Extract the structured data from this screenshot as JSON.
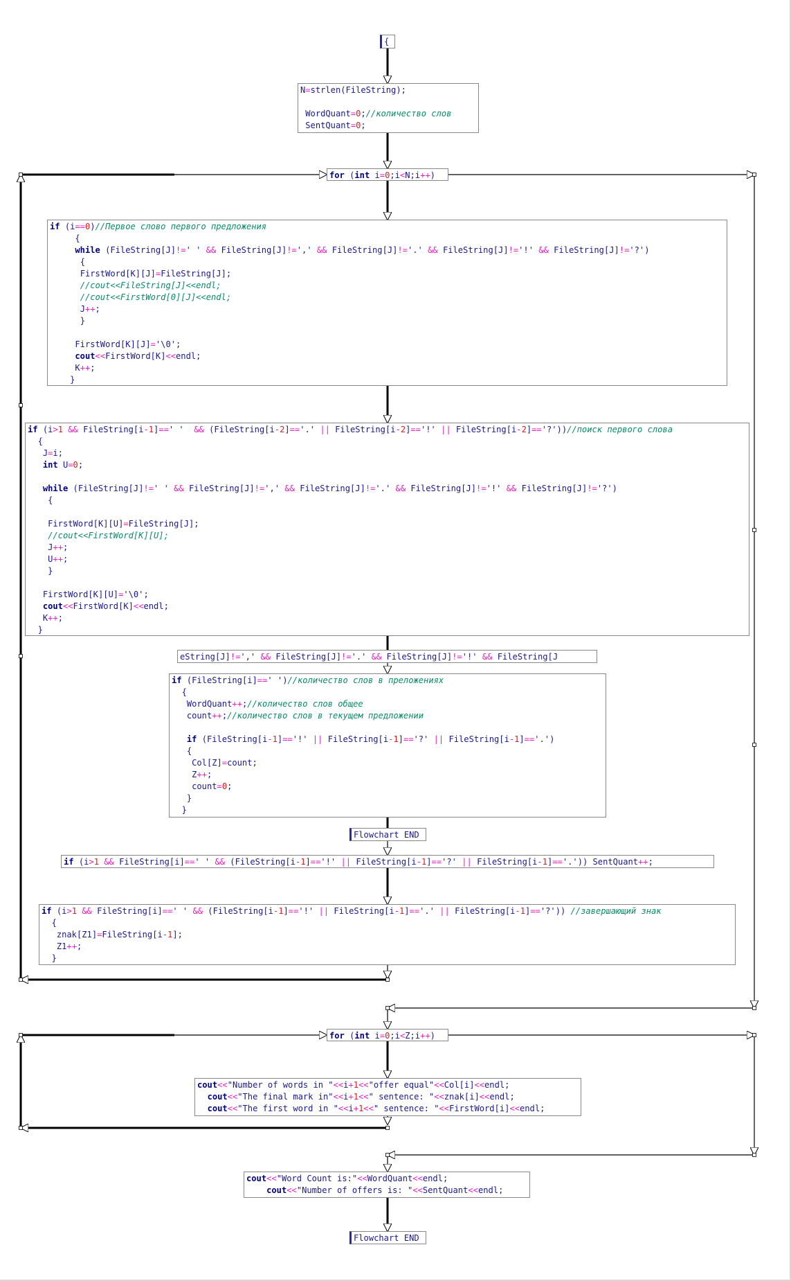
{
  "blocks": [
    {
      "id": "start",
      "kind": "terminal",
      "lines": [
        "{"
      ]
    },
    {
      "id": "init",
      "kind": "process",
      "lines": [
        "N=strlen(FileString);",
        "",
        " WordQuant=0;//количество слов",
        " SentQuant=0;"
      ]
    },
    {
      "id": "for1",
      "kind": "loop",
      "lines": [
        "for (int i=0;i<N;i++)"
      ]
    },
    {
      "id": "if1",
      "kind": "process",
      "lines": [
        "if (i==0)//Первое слово первого предложения",
        "     {",
        "     while (FileString[J]!=' ' && FileString[J]!=',' && FileString[J]!='.' && FileString[J]!='!' && FileString[J]!='?')",
        "      {",
        "      FirstWord[K][J]=FileString[J];",
        "      //cout<<FileString[J]<<endl;",
        "      //cout<<FirstWord[0][J]<<endl;",
        "      J++;",
        "      }",
        "",
        "     FirstWord[K][J]='\\0';",
        "     cout<<FirstWord[K]<<endl;",
        "     K++;",
        "    }"
      ]
    },
    {
      "id": "if2",
      "kind": "process",
      "lines": [
        "if (i>1 && FileString[i-1]==' '  && (FileString[i-2]=='.' || FileString[i-2]=='!' || FileString[i-2]=='?'))//поиск первого слова",
        "  {",
        "   J=i;",
        "   int U=0;",
        "",
        "   while (FileString[J]!=' ' && FileString[J]!=',' && FileString[J]!='.' && FileString[J]!='!' && FileString[J]!='?')",
        "    {",
        "",
        "    FirstWord[K][U]=FileString[J];",
        "    //cout<<FirstWord[K][U];",
        "    J++;",
        "    U++;",
        "    }",
        "",
        "   FirstWord[K][U]='\\0';",
        "   cout<<FirstWord[K]<<endl;",
        "   K++;",
        "  }"
      ]
    },
    {
      "id": "cond",
      "kind": "process",
      "lines": [
        "eString[J]!=',' && FileString[J]!='.' && FileString[J]!='!' && FileString[J"
      ]
    },
    {
      "id": "if3",
      "kind": "process",
      "lines": [
        "if (FileString[i]==' ')//количество слов в преложениях",
        "  {",
        "   WordQuant++;//количество слов общее",
        "   count++;//количество слов в текущем предложении",
        "",
        "   if (FileString[i-1]=='!' || FileString[i-1]=='?' || FileString[i-1]=='.')",
        "   {",
        "    Col[Z]=count;",
        "    Z++;",
        "    count=0;",
        "   }",
        "  }"
      ]
    },
    {
      "id": "end1",
      "kind": "terminal",
      "lines": [
        "Flowchart END"
      ]
    },
    {
      "id": "if4",
      "kind": "process",
      "lines": [
        "if (i>1 && FileString[i]==' ' && (FileString[i-1]=='!' || FileString[i-1]=='?' || FileString[i-1]=='.')) SentQuant++;"
      ]
    },
    {
      "id": "if5",
      "kind": "process",
      "lines": [
        "if (i>1 && FileString[i]==' ' && (FileString[i-1]=='!' || FileString[i-1]=='.' || FileString[i-1]=='?')) //завершающий знак",
        "  {",
        "   znak[Z1]=FileString[i-1];",
        "   Z1++;",
        "  }"
      ]
    },
    {
      "id": "for2",
      "kind": "loop",
      "lines": [
        "for (int i=0;i<Z;i++)"
      ]
    },
    {
      "id": "out1",
      "kind": "process",
      "lines": [
        "cout<<\"Number of words in \"<<i+1<<\"offer equal\"<<Col[i]<<endl;",
        "  cout<<\"The final mark in\"<<i+1<<\" sentence: \"<<znak[i]<<endl;",
        "  cout<<\"The first word in \"<<i+1<<\" sentence: \"<<FirstWord[i]<<endl;"
      ]
    },
    {
      "id": "out2",
      "kind": "process",
      "lines": [
        "cout<<\"Word Count is:\"<<WordQuant<<endl;",
        "    cout<<\"Number of offers is: \"<<SentQuant<<endl;"
      ]
    },
    {
      "id": "end2",
      "kind": "terminal",
      "lines": [
        "Flowchart END"
      ]
    }
  ],
  "colors": {
    "keyword": "#000080",
    "operator": "#e020c0",
    "number": "#d02020",
    "comment": "#0a8a6a",
    "text": "#1a1a8a",
    "line": "#000000"
  }
}
